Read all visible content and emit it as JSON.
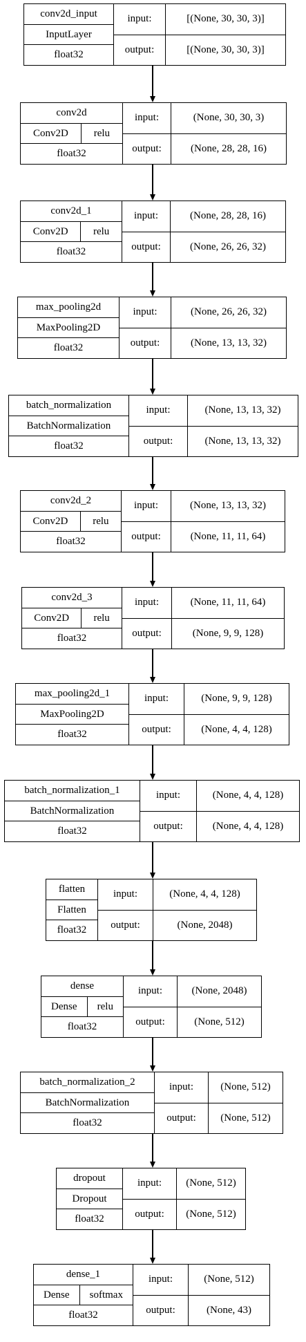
{
  "labels": {
    "input": "input:",
    "output": "output:"
  },
  "layers": [
    {
      "name": "conv2d_input",
      "type": "InputLayer",
      "activation": null,
      "dtype": "float32",
      "input": "[(None, 30, 30, 3)]",
      "output": "[(None, 30, 30, 3)]"
    },
    {
      "name": "conv2d",
      "type": "Conv2D",
      "activation": "relu",
      "dtype": "float32",
      "input": "(None, 30, 30, 3)",
      "output": "(None, 28, 28, 16)"
    },
    {
      "name": "conv2d_1",
      "type": "Conv2D",
      "activation": "relu",
      "dtype": "float32",
      "input": "(None, 28, 28, 16)",
      "output": "(None, 26, 26, 32)"
    },
    {
      "name": "max_pooling2d",
      "type": "MaxPooling2D",
      "activation": null,
      "dtype": "float32",
      "input": "(None, 26, 26, 32)",
      "output": "(None, 13, 13, 32)"
    },
    {
      "name": "batch_normalization",
      "type": "BatchNormalization",
      "activation": null,
      "dtype": "float32",
      "input": "(None, 13, 13, 32)",
      "output": "(None, 13, 13, 32)"
    },
    {
      "name": "conv2d_2",
      "type": "Conv2D",
      "activation": "relu",
      "dtype": "float32",
      "input": "(None, 13, 13, 32)",
      "output": "(None, 11, 11, 64)"
    },
    {
      "name": "conv2d_3",
      "type": "Conv2D",
      "activation": "relu",
      "dtype": "float32",
      "input": "(None, 11, 11, 64)",
      "output": "(None, 9, 9, 128)"
    },
    {
      "name": "max_pooling2d_1",
      "type": "MaxPooling2D",
      "activation": null,
      "dtype": "float32",
      "input": "(None, 9, 9, 128)",
      "output": "(None, 4, 4, 128)"
    },
    {
      "name": "batch_normalization_1",
      "type": "BatchNormalization",
      "activation": null,
      "dtype": "float32",
      "input": "(None, 4, 4, 128)",
      "output": "(None, 4, 4, 128)"
    },
    {
      "name": "flatten",
      "type": "Flatten",
      "activation": null,
      "dtype": "float32",
      "input": "(None, 4, 4, 128)",
      "output": "(None, 2048)"
    },
    {
      "name": "dense",
      "type": "Dense",
      "activation": "relu",
      "dtype": "float32",
      "input": "(None, 2048)",
      "output": "(None, 512)"
    },
    {
      "name": "batch_normalization_2",
      "type": "BatchNormalization",
      "activation": null,
      "dtype": "float32",
      "input": "(None, 512)",
      "output": "(None, 512)"
    },
    {
      "name": "dropout",
      "type": "Dropout",
      "activation": null,
      "dtype": "float32",
      "input": "(None, 512)",
      "output": "(None, 512)"
    },
    {
      "name": "dense_1",
      "type": "Dense",
      "activation": "softmax",
      "dtype": "float32",
      "input": "(None, 512)",
      "output": "(None, 43)"
    }
  ]
}
